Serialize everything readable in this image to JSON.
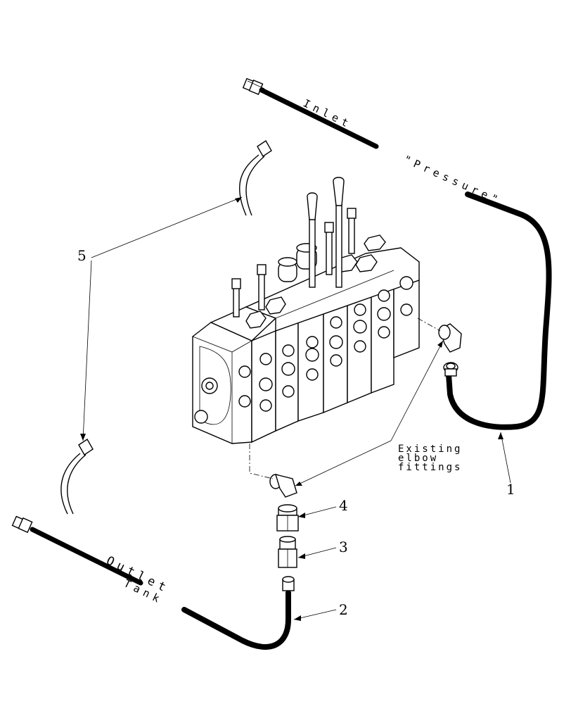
{
  "labels": {
    "inlet": "Inlet",
    "pressure": "\"Pressure\"",
    "outlet": "Outlet",
    "tank": "Tank",
    "existing_note_line1": "Existing",
    "existing_note_line2": "elbow",
    "existing_note_line3": "fittings"
  },
  "callouts": {
    "c1": "1",
    "c2": "2",
    "c3": "3",
    "c4": "4",
    "c5": "5"
  }
}
